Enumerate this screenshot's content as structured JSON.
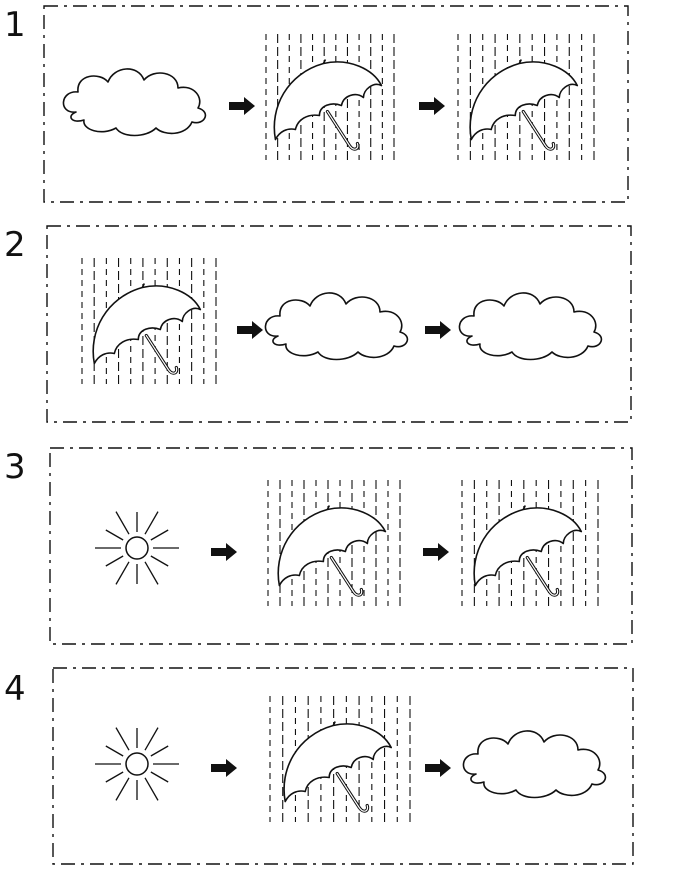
{
  "colors": {
    "ink": "#111111",
    "paper": "#ffffff"
  },
  "rows": [
    {
      "number": "1",
      "sequence": [
        "cloud-icon",
        "arrow-right-icon",
        "rain-umbrella-icon",
        "arrow-right-icon",
        "rain-umbrella-icon"
      ]
    },
    {
      "number": "2",
      "sequence": [
        "rain-umbrella-icon",
        "arrow-right-icon",
        "cloud-icon",
        "arrow-right-icon",
        "cloud-icon"
      ]
    },
    {
      "number": "3",
      "sequence": [
        "sun-icon",
        "arrow-right-icon",
        "rain-umbrella-icon",
        "arrow-right-icon",
        "rain-umbrella-icon"
      ]
    },
    {
      "number": "4",
      "sequence": [
        "sun-icon",
        "arrow-right-icon",
        "rain-umbrella-icon",
        "arrow-right-icon",
        "cloud-icon"
      ]
    }
  ]
}
